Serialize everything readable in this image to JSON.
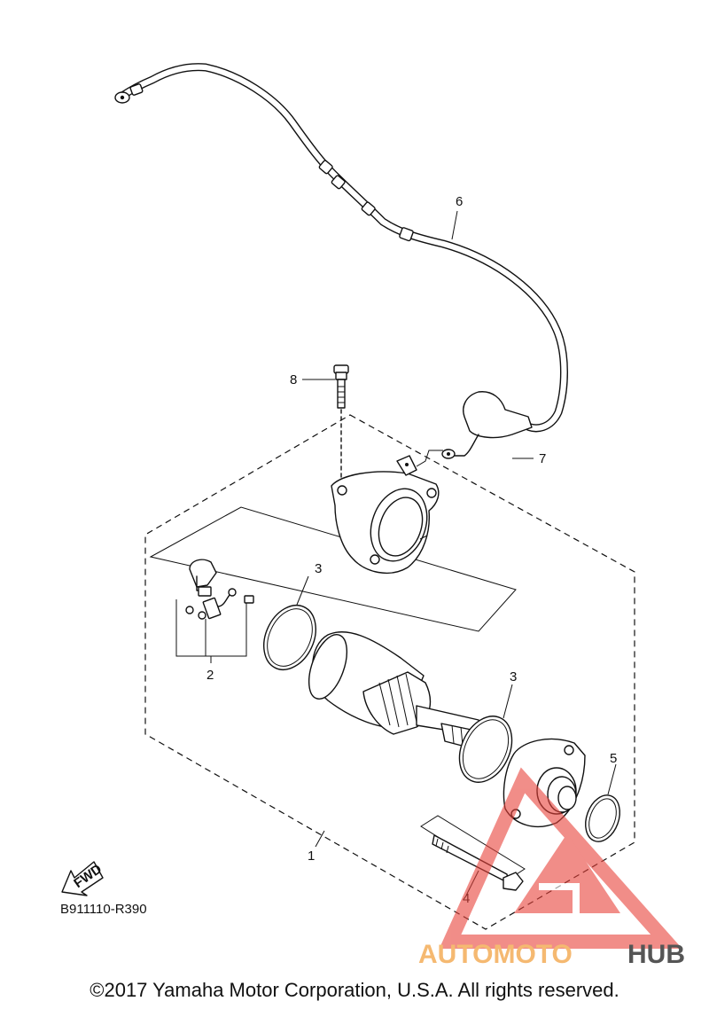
{
  "diagram_code": "B911110-R390",
  "fwd_label": "FWD",
  "callouts": [
    "1",
    "2",
    "3",
    "3",
    "4",
    "5",
    "6",
    "7",
    "8"
  ],
  "watermark": {
    "text_part1": "AUTOMOTO",
    "text_part2": "HUB",
    "color_primary": "#f5b971",
    "color_secondary": "#555555",
    "logo_color": "#e8423a"
  },
  "copyright": "©2017 Yamaha Motor Corporation, U.S.A. All rights reserved."
}
